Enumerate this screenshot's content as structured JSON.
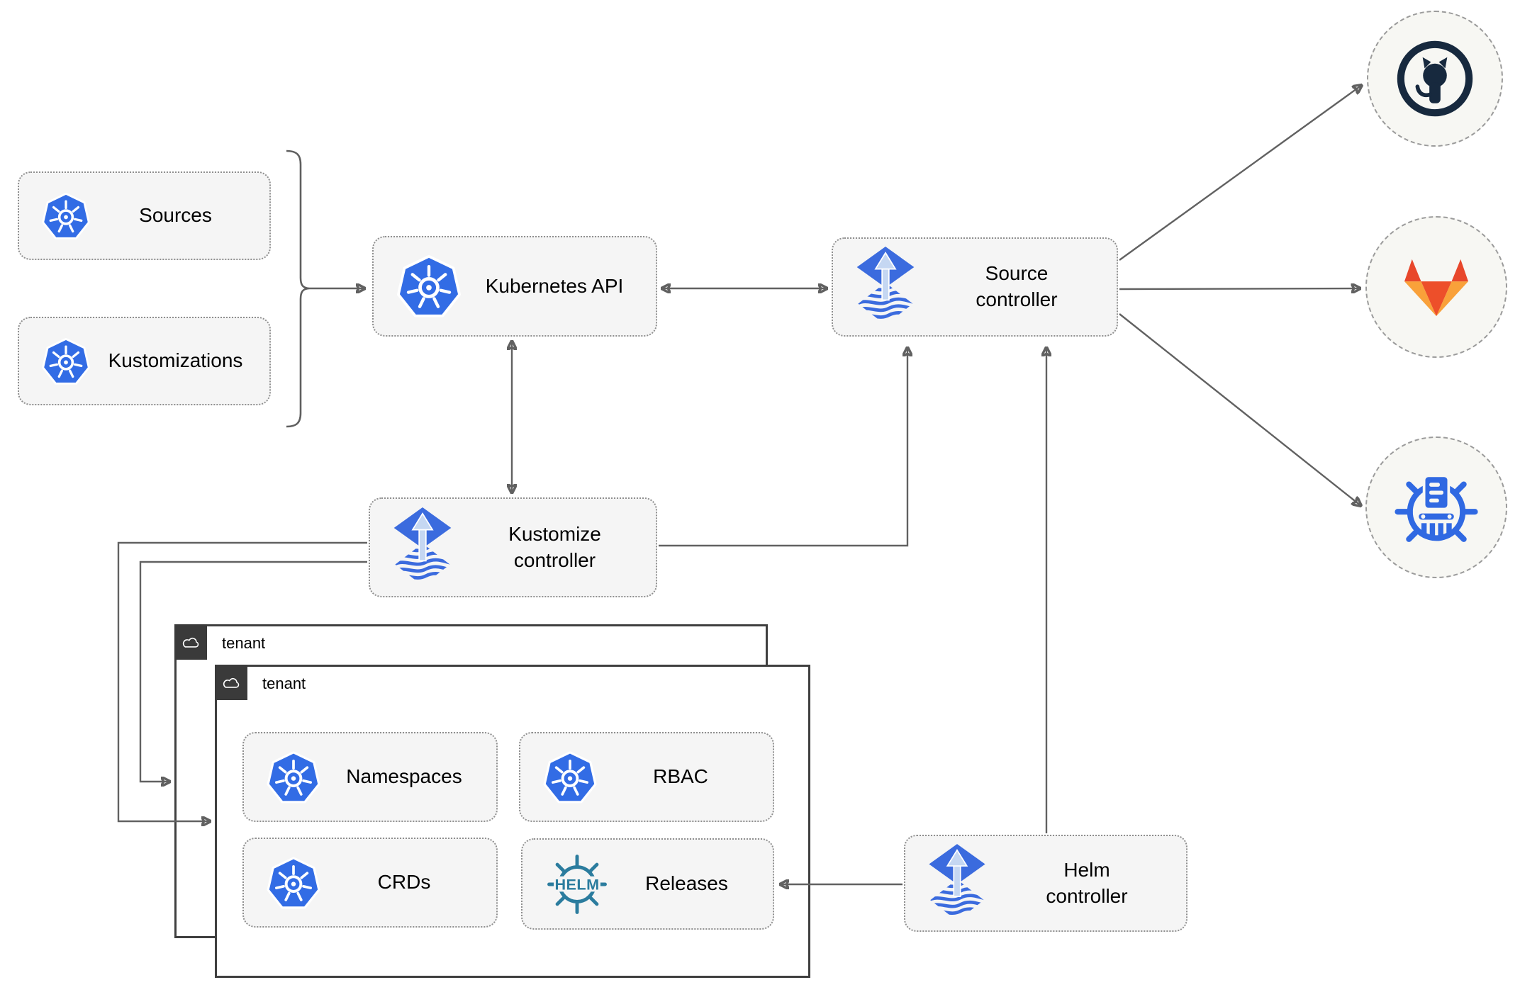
{
  "colors": {
    "k8s_blue": "#326CE5",
    "flux_blue": "#3B6BDE",
    "flux_arrow": "#C5D7F2",
    "helm_teal": "#2B7C9E",
    "chartmuseum_blue": "#3069E2",
    "github_navy": "#17293E",
    "gitlab_red": "#E8472B",
    "gitlab_orange": "#ED4F2A",
    "gitlab_light": "#F9A13A",
    "wire_gray": "#616161",
    "panel_fill": "#F5F5F5",
    "panel_border": "#8F8F8F",
    "tenant_border": "#3F3F3F",
    "tab_bg": "#3A3A3A",
    "circle_fill": "#F7F7F3",
    "circle_border": "#9B9B9B",
    "text_color": "#000000"
  },
  "nodes": {
    "sources": {
      "label": "Sources"
    },
    "kustomizations": {
      "label": "Kustomizations"
    },
    "kubernetes_api": {
      "label": "Kubernetes API"
    },
    "source_controller": {
      "label": "Source controller"
    },
    "kustomize_controller": {
      "label": "Kustomize controller"
    },
    "helm_controller": {
      "label": "Helm controller"
    },
    "namespaces": {
      "label": "Namespaces"
    },
    "rbac": {
      "label": "RBAC"
    },
    "crds": {
      "label": "CRDs"
    },
    "releases": {
      "label": "Releases"
    }
  },
  "containers": {
    "tenant_back": {
      "label": "tenant"
    },
    "tenant_front": {
      "label": "tenant"
    }
  },
  "externals": {
    "github": {
      "icon": "github-icon"
    },
    "gitlab": {
      "icon": "gitlab-icon"
    },
    "chartmuseum": {
      "icon": "chartmuseum-icon"
    }
  },
  "logos": {
    "helm": "HELM"
  }
}
